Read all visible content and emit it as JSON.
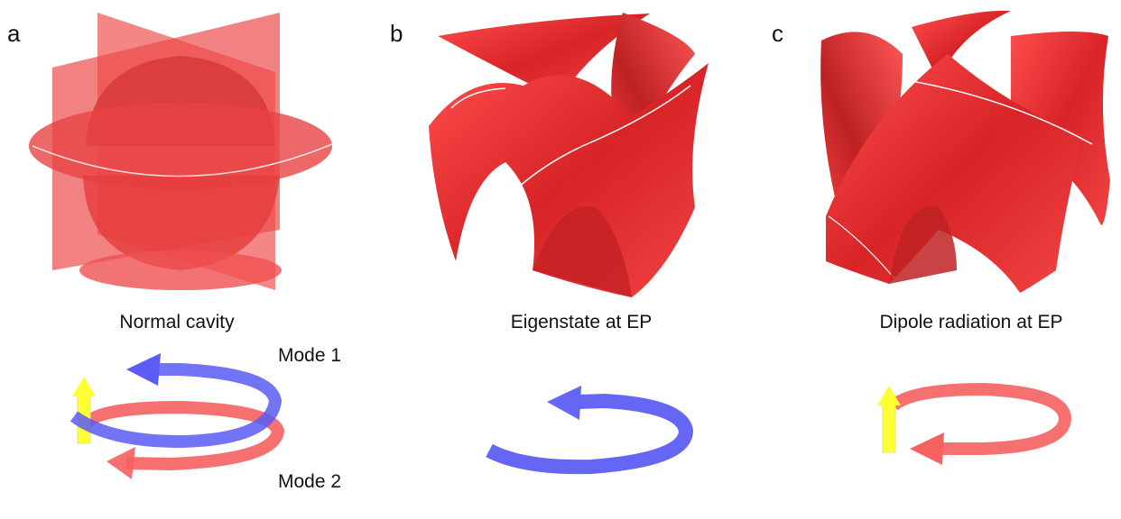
{
  "panels": [
    {
      "label": "a",
      "caption": "Normal cavity",
      "modes": [
        "Mode 1",
        "Mode 2"
      ]
    },
    {
      "label": "b",
      "caption": "Eigenstate at EP"
    },
    {
      "label": "c",
      "caption": "Dipole radiation at EP"
    }
  ],
  "colors": {
    "surface": "#e8191c",
    "mode1": "#5b5bf5",
    "mode2": "#f56060",
    "dipole": "#ffff33"
  }
}
